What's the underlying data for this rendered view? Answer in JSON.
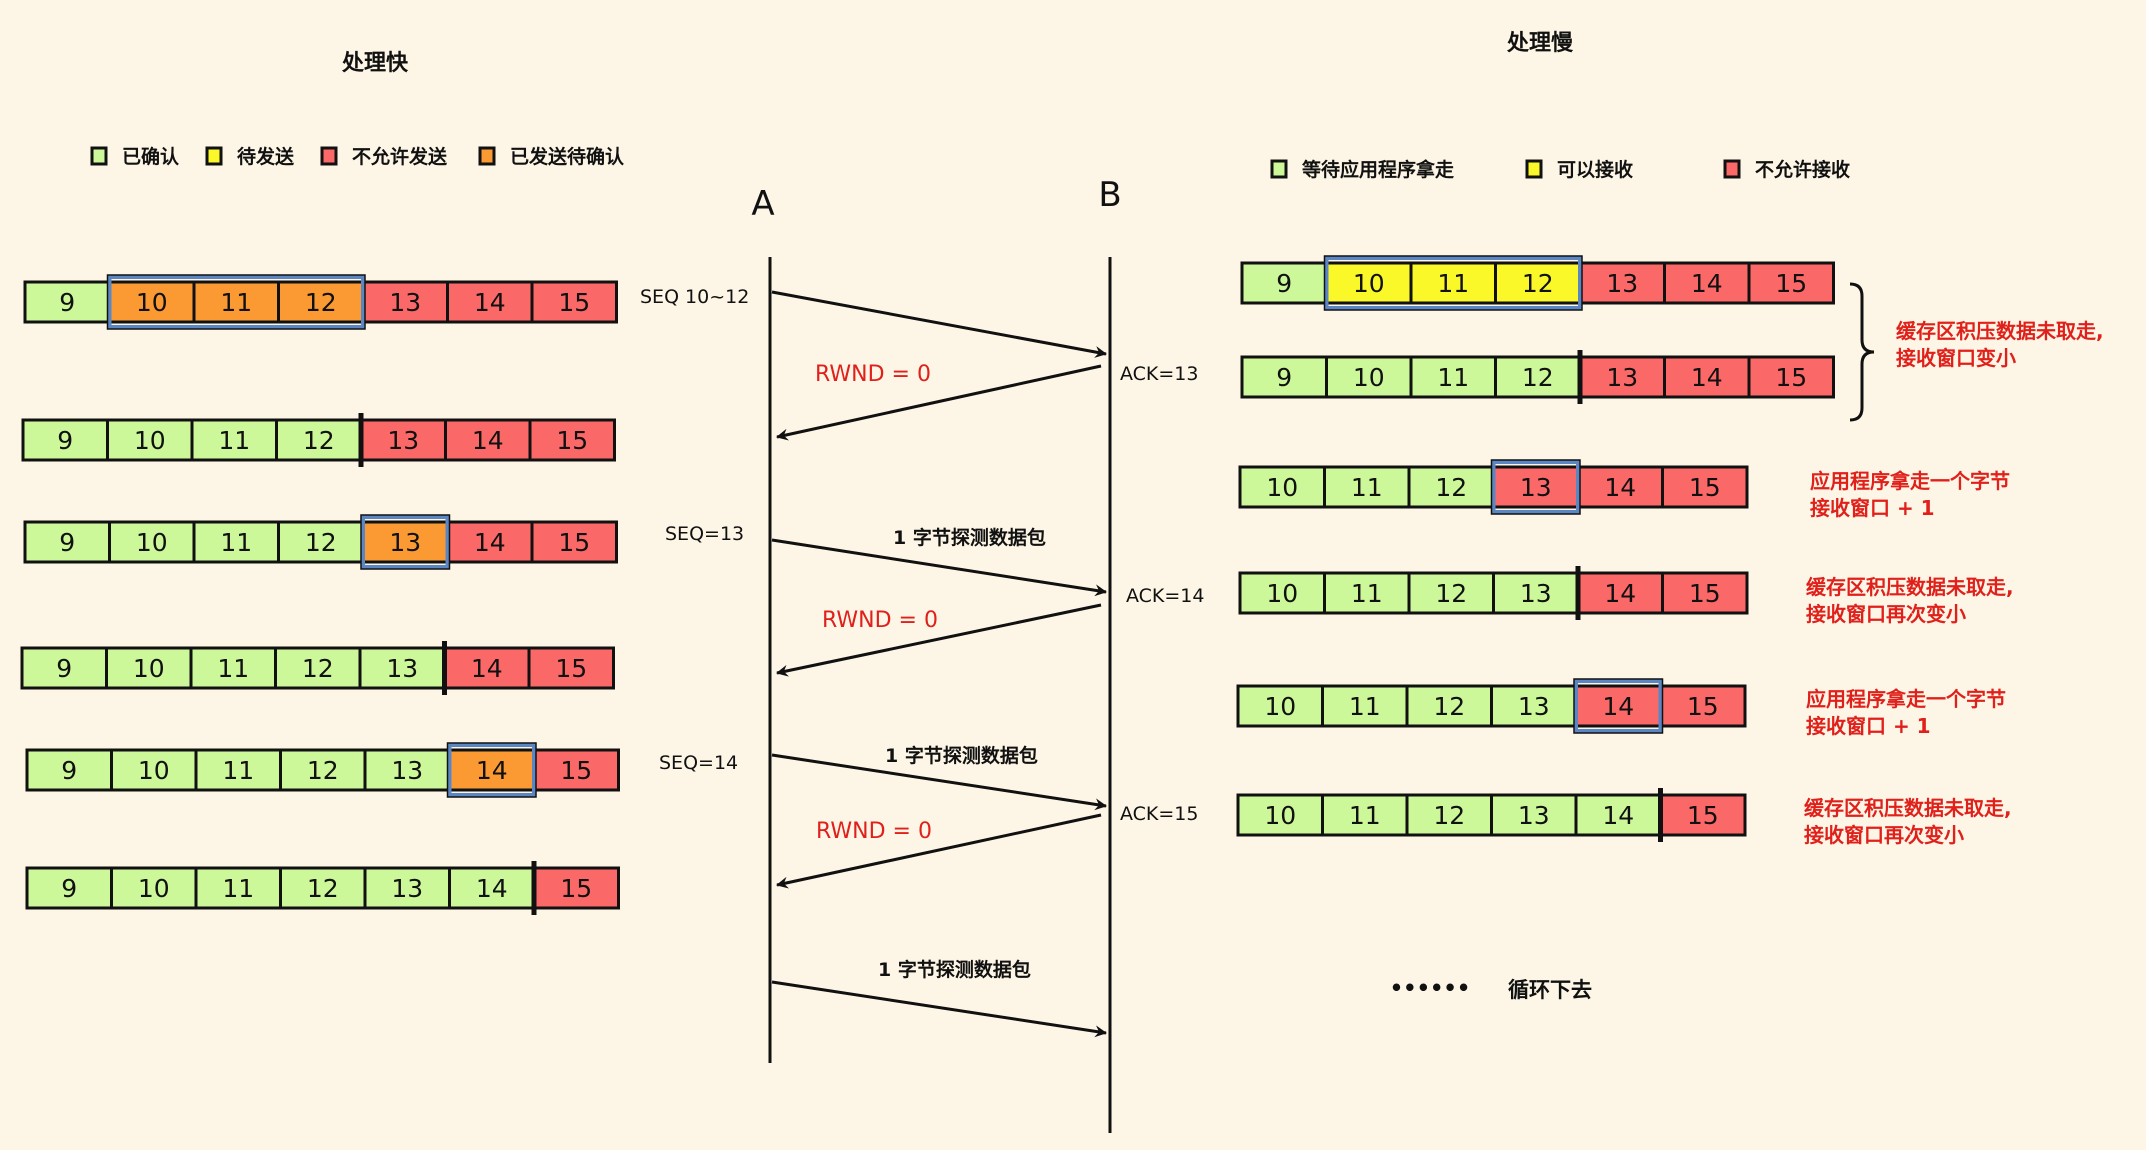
{
  "colors": {
    "acked": "#cdf89a",
    "to_send": "#fbf82a",
    "not_allowed": "#fb6868",
    "sent_unacked": "#fb9a32",
    "window_border": "#5b86c4",
    "text_red": "#e0201b",
    "background": "#fdf6e6"
  },
  "left": {
    "title": "处理快",
    "legend": [
      {
        "label": "已确认",
        "state": "acked"
      },
      {
        "label": "待发送",
        "state": "to_send"
      },
      {
        "label": "不允许发送",
        "state": "not_allowed"
      },
      {
        "label": "已发送待确认",
        "state": "sent_unacked"
      }
    ],
    "rows": [
      {
        "cells": [
          {
            "v": "9",
            "s": "acked"
          },
          {
            "v": "10",
            "s": "sent_unacked"
          },
          {
            "v": "11",
            "s": "sent_unacked"
          },
          {
            "v": "12",
            "s": "sent_unacked"
          },
          {
            "v": "13",
            "s": "not_allowed"
          },
          {
            "v": "14",
            "s": "not_allowed"
          },
          {
            "v": "15",
            "s": "not_allowed"
          }
        ],
        "window": [
          1,
          3
        ],
        "marker": null
      },
      {
        "cells": [
          {
            "v": "9",
            "s": "acked"
          },
          {
            "v": "10",
            "s": "acked"
          },
          {
            "v": "11",
            "s": "acked"
          },
          {
            "v": "12",
            "s": "acked"
          },
          {
            "v": "13",
            "s": "not_allowed"
          },
          {
            "v": "14",
            "s": "not_allowed"
          },
          {
            "v": "15",
            "s": "not_allowed"
          }
        ],
        "window": null,
        "marker": 4
      },
      {
        "cells": [
          {
            "v": "9",
            "s": "acked"
          },
          {
            "v": "10",
            "s": "acked"
          },
          {
            "v": "11",
            "s": "acked"
          },
          {
            "v": "12",
            "s": "acked"
          },
          {
            "v": "13",
            "s": "sent_unacked"
          },
          {
            "v": "14",
            "s": "not_allowed"
          },
          {
            "v": "15",
            "s": "not_allowed"
          }
        ],
        "window": [
          4,
          4
        ],
        "marker": null
      },
      {
        "cells": [
          {
            "v": "9",
            "s": "acked"
          },
          {
            "v": "10",
            "s": "acked"
          },
          {
            "v": "11",
            "s": "acked"
          },
          {
            "v": "12",
            "s": "acked"
          },
          {
            "v": "13",
            "s": "acked"
          },
          {
            "v": "14",
            "s": "not_allowed"
          },
          {
            "v": "15",
            "s": "not_allowed"
          }
        ],
        "window": null,
        "marker": 5
      },
      {
        "cells": [
          {
            "v": "9",
            "s": "acked"
          },
          {
            "v": "10",
            "s": "acked"
          },
          {
            "v": "11",
            "s": "acked"
          },
          {
            "v": "12",
            "s": "acked"
          },
          {
            "v": "13",
            "s": "acked"
          },
          {
            "v": "14",
            "s": "sent_unacked"
          },
          {
            "v": "15",
            "s": "not_allowed"
          }
        ],
        "window": [
          5,
          5
        ],
        "marker": null
      },
      {
        "cells": [
          {
            "v": "9",
            "s": "acked"
          },
          {
            "v": "10",
            "s": "acked"
          },
          {
            "v": "11",
            "s": "acked"
          },
          {
            "v": "12",
            "s": "acked"
          },
          {
            "v": "13",
            "s": "acked"
          },
          {
            "v": "14",
            "s": "acked"
          },
          {
            "v": "15",
            "s": "not_allowed"
          }
        ],
        "window": null,
        "marker": 6
      }
    ]
  },
  "right": {
    "title": "处理慢",
    "legend": [
      {
        "label": "等待应用程序拿走",
        "state": "acked"
      },
      {
        "label": "可以接收",
        "state": "to_send"
      },
      {
        "label": "不允许接收",
        "state": "not_allowed"
      }
    ],
    "rows": [
      {
        "cells": [
          {
            "v": "9",
            "s": "acked"
          },
          {
            "v": "10",
            "s": "to_send"
          },
          {
            "v": "11",
            "s": "to_send"
          },
          {
            "v": "12",
            "s": "to_send"
          },
          {
            "v": "13",
            "s": "not_allowed"
          },
          {
            "v": "14",
            "s": "not_allowed"
          },
          {
            "v": "15",
            "s": "not_allowed"
          }
        ],
        "window": [
          1,
          3
        ],
        "marker": null
      },
      {
        "cells": [
          {
            "v": "9",
            "s": "acked"
          },
          {
            "v": "10",
            "s": "acked"
          },
          {
            "v": "11",
            "s": "acked"
          },
          {
            "v": "12",
            "s": "acked"
          },
          {
            "v": "13",
            "s": "not_allowed"
          },
          {
            "v": "14",
            "s": "not_allowed"
          },
          {
            "v": "15",
            "s": "not_allowed"
          }
        ],
        "window": null,
        "marker": 4
      },
      {
        "cells": [
          {
            "v": "10",
            "s": "acked"
          },
          {
            "v": "11",
            "s": "acked"
          },
          {
            "v": "12",
            "s": "acked"
          },
          {
            "v": "13",
            "s": "not_allowed"
          },
          {
            "v": "14",
            "s": "not_allowed"
          },
          {
            "v": "15",
            "s": "not_allowed"
          }
        ],
        "window": [
          3,
          3
        ],
        "marker": null
      },
      {
        "cells": [
          {
            "v": "10",
            "s": "acked"
          },
          {
            "v": "11",
            "s": "acked"
          },
          {
            "v": "12",
            "s": "acked"
          },
          {
            "v": "13",
            "s": "acked"
          },
          {
            "v": "14",
            "s": "not_allowed"
          },
          {
            "v": "15",
            "s": "not_allowed"
          }
        ],
        "window": null,
        "marker": 4
      },
      {
        "cells": [
          {
            "v": "10",
            "s": "acked"
          },
          {
            "v": "11",
            "s": "acked"
          },
          {
            "v": "12",
            "s": "acked"
          },
          {
            "v": "13",
            "s": "acked"
          },
          {
            "v": "14",
            "s": "not_allowed"
          },
          {
            "v": "15",
            "s": "not_allowed"
          }
        ],
        "window": [
          4,
          4
        ],
        "marker": null
      },
      {
        "cells": [
          {
            "v": "10",
            "s": "acked"
          },
          {
            "v": "11",
            "s": "acked"
          },
          {
            "v": "12",
            "s": "acked"
          },
          {
            "v": "13",
            "s": "acked"
          },
          {
            "v": "14",
            "s": "acked"
          },
          {
            "v": "15",
            "s": "not_allowed"
          }
        ],
        "window": null,
        "marker": 5
      }
    ],
    "notes": [
      {
        "lines": [
          "缓存区积压数据未取走,",
          "接收窗口变小"
        ]
      },
      {
        "lines": [
          "应用程序拿走一个字节",
          "接收窗口 + 1"
        ]
      },
      {
        "lines": [
          "缓存区积压数据未取走,",
          "接收窗口再次变小"
        ]
      },
      {
        "lines": [
          "应用程序拿走一个字节",
          "接收窗口 + 1"
        ]
      },
      {
        "lines": [
          "缓存区积压数据未取走,",
          "接收窗口再次变小"
        ]
      }
    ],
    "loop_dots": "••••••",
    "loop_text": "循环下去"
  },
  "sequence": {
    "host_a": "A",
    "host_b": "B",
    "messages": [
      {
        "dir": "A->B",
        "left_label": "SEQ 10~12",
        "top_label": ""
      },
      {
        "dir": "B->A",
        "right_label": "ACK=13",
        "red_label": "RWND = 0"
      },
      {
        "dir": "A->B",
        "left_label": "SEQ=13",
        "top_label": "1 字节探测数据包"
      },
      {
        "dir": "B->A",
        "right_label": "ACK=14",
        "red_label": "RWND = 0"
      },
      {
        "dir": "A->B",
        "left_label": "SEQ=14",
        "top_label": "1 字节探测数据包"
      },
      {
        "dir": "B->A",
        "right_label": "ACK=15",
        "red_label": "RWND = 0"
      },
      {
        "dir": "A->B",
        "left_label": "",
        "top_label": "1 字节探测数据包"
      }
    ]
  }
}
